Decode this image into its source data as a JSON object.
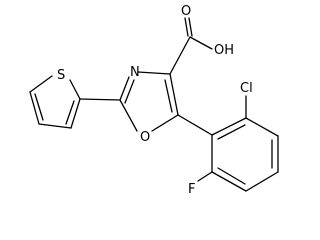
{
  "molecule": {
    "atoms": {
      "carboxyl_oxygen": "O",
      "hydroxyl": "OH",
      "oxazole_nitrogen": "N",
      "oxazole_oxygen": "O",
      "thiophene_sulfur": "S",
      "chlorine": "Cl",
      "fluorine": "F"
    }
  }
}
